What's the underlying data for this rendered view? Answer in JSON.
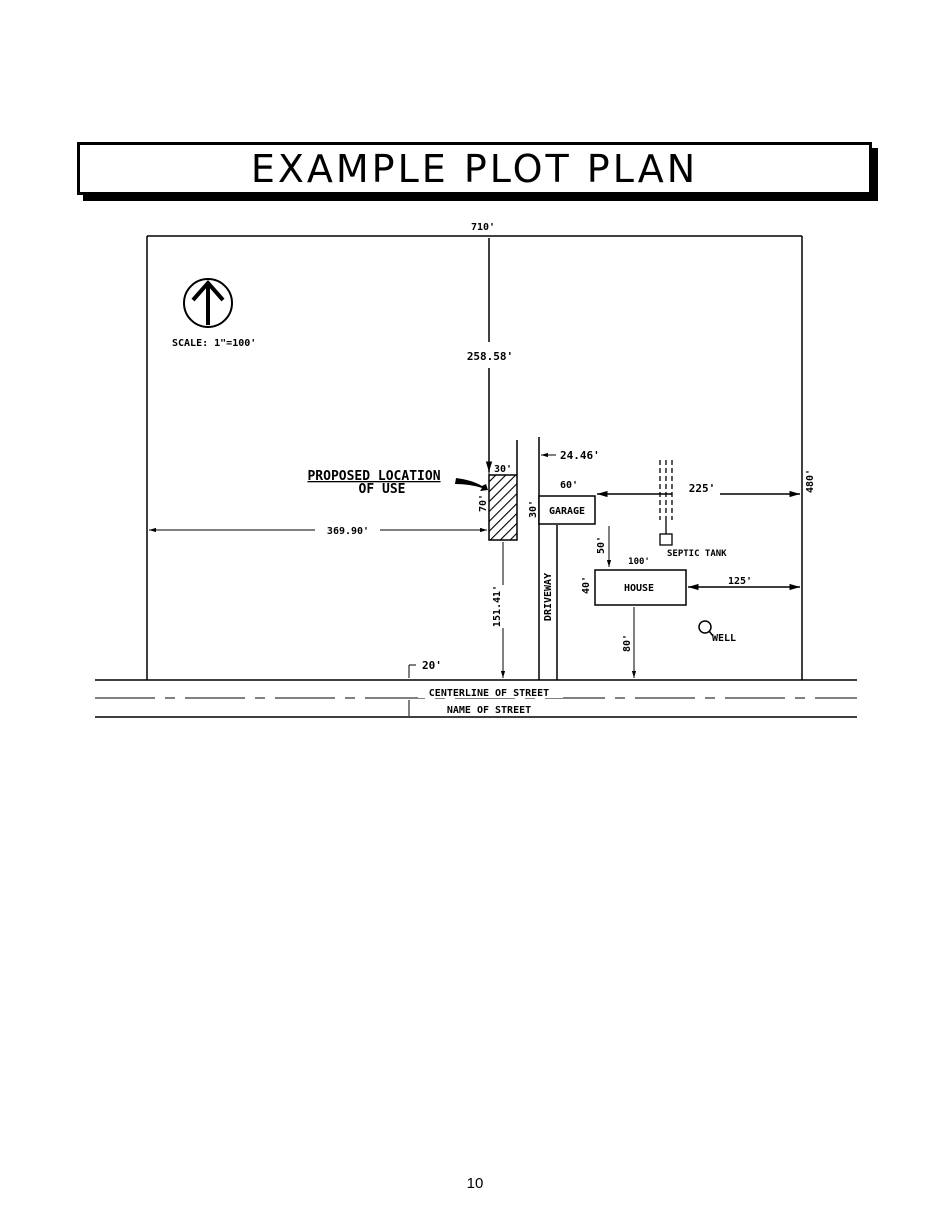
{
  "title": "EXAMPLE PLOT PLAN",
  "page_number": "10",
  "north_arrow": {
    "icon": "north-arrow-icon",
    "scale_label": "SCALE: 1\"=100'"
  },
  "dimensions": {
    "lot_width": "710'",
    "north_setback": "258.58'",
    "west_setback": "369.90'",
    "use_width": "30'",
    "use_length": "70'",
    "driveway_offset": "24.46'",
    "garage_width": "60'",
    "garage_depth": "30'",
    "garage_to_east": "225'",
    "lot_depth": "480'",
    "garage_to_house": "50'",
    "house_width": "100'",
    "house_depth": "40'",
    "house_to_east": "125'",
    "house_to_street": "80'",
    "use_to_street": "151.41'",
    "half_row": "20'"
  },
  "labels": {
    "proposed_location_line1": "PROPOSED LOCATION",
    "proposed_location_line2": "OF USE",
    "garage": "GARAGE",
    "house": "HOUSE",
    "driveway": "DRIVEWAY",
    "septic_tank": "SEPTIC TANK",
    "well": "WELL",
    "centerline": "CENTERLINE OF STREET",
    "street_name": "NAME OF STREET"
  }
}
